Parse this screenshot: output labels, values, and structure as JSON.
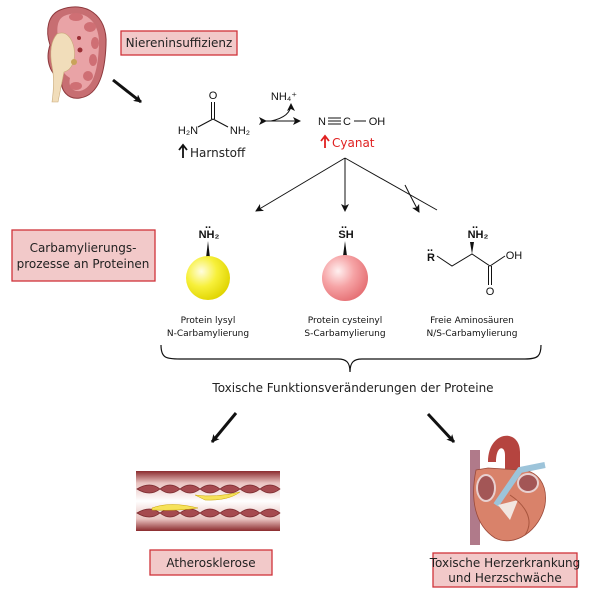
{
  "labels": {
    "kidney_failure": "Niereninsuffizienz",
    "carbamylation_line1": "Carbamylierungs-",
    "carbamylation_line2": "prozesse an Proteinen",
    "atherosclerosis": "Atherosklerose",
    "heart_line1": "Toxische Herzerkrankung",
    "heart_line2": "und Herzschwäche",
    "toxic_changes": "Toxische Funktionsveränderungen der Proteine"
  },
  "chemistry": {
    "urea": {
      "o": "O",
      "left": "H₂N",
      "right": "NH₂",
      "name": "Harnstoff"
    },
    "ammonium": "NH₄⁺",
    "cyanic_acid": {
      "n": "N",
      "c": "C",
      "oh": "OH",
      "name": "Cyanat"
    },
    "lysyl_group": "NH₂",
    "cysteinyl_group": "SH",
    "amino_acid": {
      "r": "R",
      "amine": "NH₂",
      "oh": "OH",
      "o": "O"
    }
  },
  "targets": [
    {
      "line1": "Protein lysyl",
      "line2": "N-Carbamylierung",
      "color": "#f5ef2a"
    },
    {
      "line1": "Protein cysteinyl",
      "line2": "S-Carbamylierung",
      "color": "#f28f92"
    },
    {
      "line1": "Freie Aminosäuren",
      "line2": "N/S-Carbamylierung"
    }
  ],
  "colors": {
    "box_fill": "#f2c9c9",
    "box_border": "#d0333a",
    "cyanat_red": "#e02020"
  }
}
